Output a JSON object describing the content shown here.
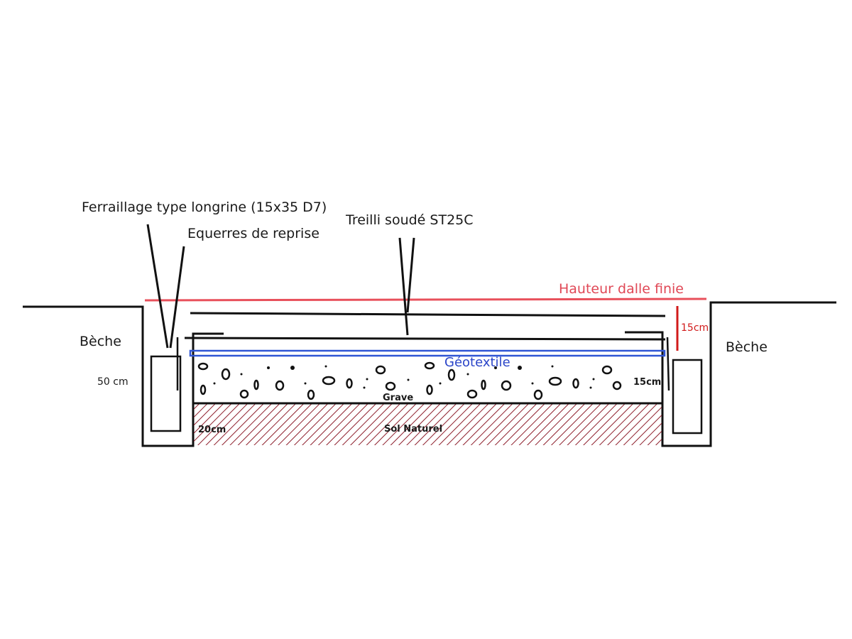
{
  "labels": {
    "ferraillage": "Ferraillage type longrine (15x35 D7)",
    "equerres": "Equerres de reprise",
    "treilli": "Treilli soudé ST25C",
    "hauteur_dalle": "Hauteur dalle finie",
    "beche_left": "Bèche",
    "beche_right": "Bèche",
    "depth_50": "50 cm",
    "dim_15_red": "15cm",
    "geotextile": "Géotextile",
    "dim_15_grave": "15cm",
    "grave": "Grave",
    "dim_20": "20cm",
    "sol_naturel": "Sol Naturel"
  },
  "colors": {
    "line": "#111111",
    "finished_slab_height": "#e8505b",
    "geotextile": "#2f55d4",
    "red_dimension": "#d11a1a",
    "soil_hatch": "#8e1f2c",
    "geotextile_text": "#2a44c8",
    "hauteur_text": "#e04856"
  }
}
